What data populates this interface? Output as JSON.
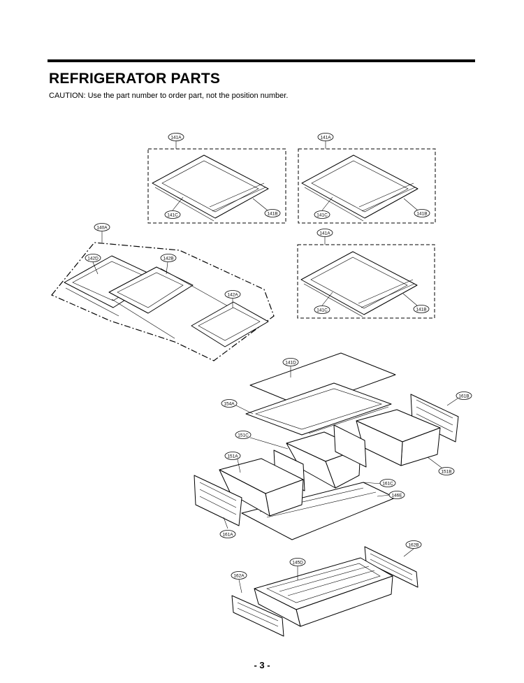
{
  "header": {
    "title": "REFRIGERATOR PARTS",
    "caution": "CAUTION: Use the part number to order part, not the position number."
  },
  "footer": {
    "page_number": "- 3 -"
  },
  "callouts": {
    "c141A_1": "141A",
    "c141A_2": "141A",
    "c141A_3": "141A",
    "c141B_1": "141B",
    "c141B_2": "141B",
    "c141B_3": "141B",
    "c141C_1": "141C",
    "c141C_2": "141C",
    "c141C_3": "141C",
    "c140A": "140A",
    "c142D": "142D",
    "c142B": "142B",
    "c142A": "142A",
    "c141D": "141D",
    "c154A": "154A",
    "c161B": "161B",
    "c151C": "151C",
    "c151A": "151A",
    "c151B": "151B",
    "c161C": "161C",
    "c146E": "146E",
    "c161A": "161A",
    "c162B": "162B",
    "c145D": "145D",
    "c162A": "162A"
  }
}
